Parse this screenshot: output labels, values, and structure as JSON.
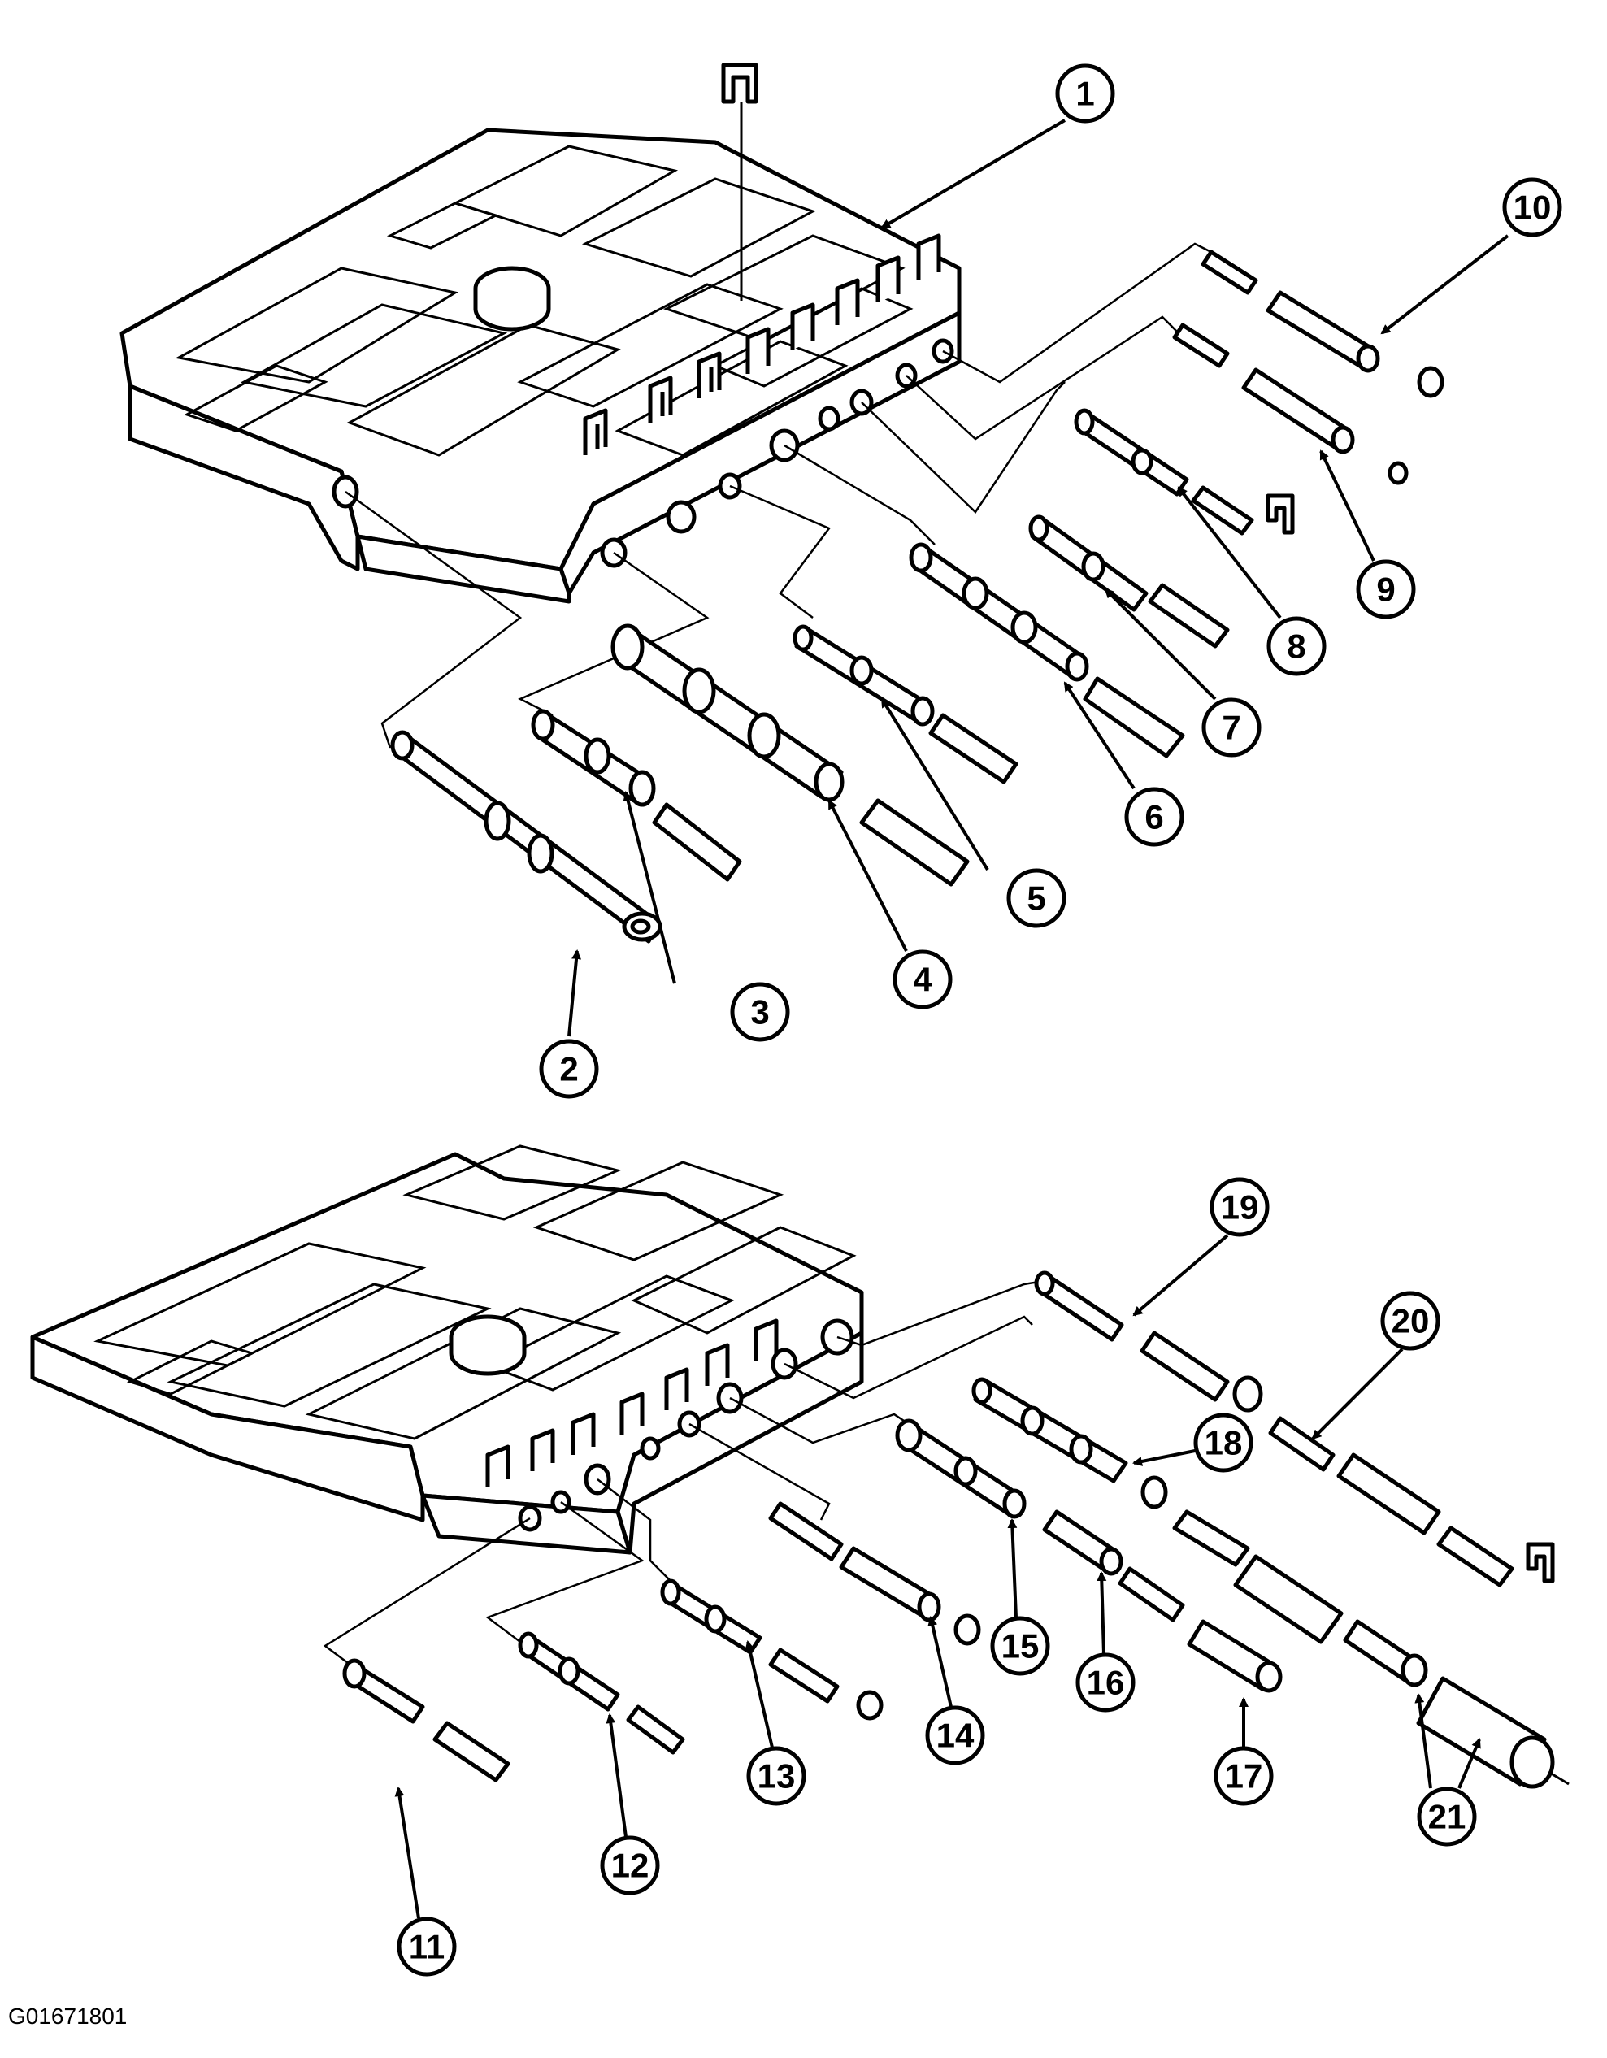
{
  "figure_id": "G01671801",
  "callouts": [
    {
      "label": "1"
    },
    {
      "label": "2"
    },
    {
      "label": "3"
    },
    {
      "label": "4"
    },
    {
      "label": "5"
    },
    {
      "label": "6"
    },
    {
      "label": "7"
    },
    {
      "label": "8"
    },
    {
      "label": "9"
    },
    {
      "label": "10"
    },
    {
      "label": "11"
    },
    {
      "label": "12"
    },
    {
      "label": "13"
    },
    {
      "label": "14"
    },
    {
      "label": "15"
    },
    {
      "label": "16"
    },
    {
      "label": "17"
    },
    {
      "label": "18"
    },
    {
      "label": "19"
    },
    {
      "label": "20"
    },
    {
      "label": "21"
    }
  ]
}
